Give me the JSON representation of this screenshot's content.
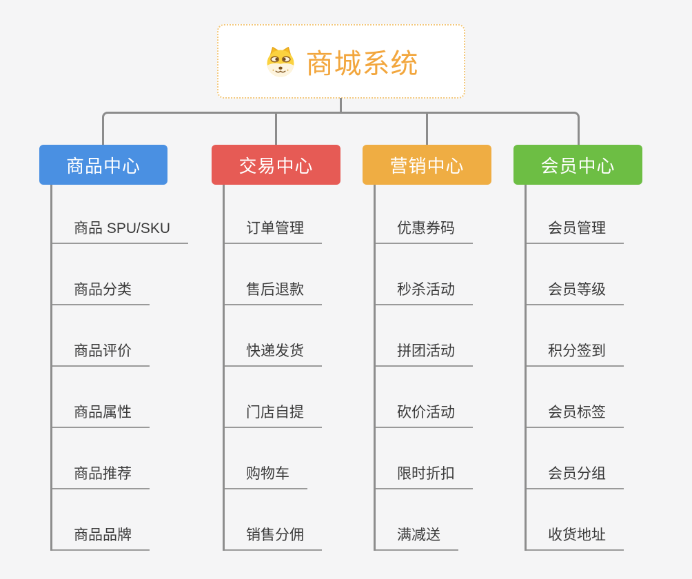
{
  "root": {
    "title": "商城系统",
    "icon": "doge-icon"
  },
  "branches": [
    {
      "label": "商品中心",
      "color": "#4a90e2",
      "children": [
        "商品 SPU/SKU",
        "商品分类",
        "商品评价",
        "商品属性",
        "商品推荐",
        "商品品牌"
      ]
    },
    {
      "label": "交易中心",
      "color": "#e65b55",
      "children": [
        "订单管理",
        "售后退款",
        "快递发货",
        "门店自提",
        "购物车",
        "销售分佣"
      ]
    },
    {
      "label": "营销中心",
      "color": "#efad43",
      "children": [
        "优惠券码",
        "秒杀活动",
        "拼团活动",
        "砍价活动",
        "限时折扣",
        "满减送"
      ]
    },
    {
      "label": "会员中心",
      "color": "#6dbe44",
      "children": [
        "会员管理",
        "会员等级",
        "积分签到",
        "会员标签",
        "会员分组",
        "收货地址"
      ]
    }
  ],
  "colors": {
    "root_title": "#f2a63d",
    "root_border": "#f3c87c",
    "connector": "#8c8c8c",
    "child_text": "#3a3a3a",
    "child_underline": "#9a9a9a",
    "background": "#f5f5f6"
  }
}
